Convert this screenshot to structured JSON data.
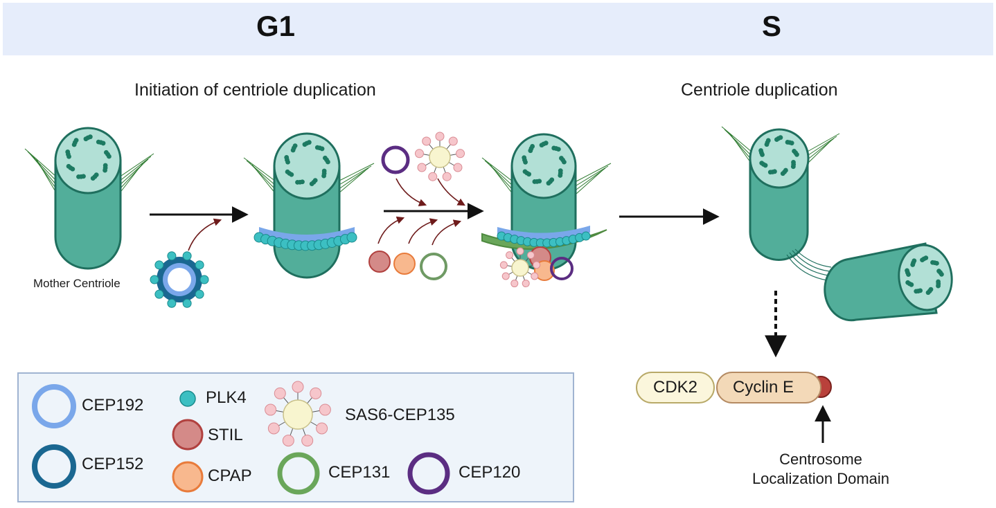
{
  "phases": {
    "g1": "G1",
    "s": "S"
  },
  "subtitles": {
    "g1": "Initiation of centriole duplication",
    "s": "Centriole duplication"
  },
  "labels": {
    "mother_centriole": "Mother Centriole",
    "cdk2": "CDK2",
    "cyclin_e": "Cyclin E",
    "cld_line1": "Centrosome",
    "cld_line2": "Localization Domain"
  },
  "legend": {
    "cep192": "CEP192",
    "plk4": "PLK4",
    "stil": "STIL",
    "sas6_cep135": "SAS6-CEP135",
    "cep152": "CEP152",
    "cpap": "CPAP",
    "cep131": "CEP131",
    "cep120": "CEP120"
  },
  "colors": {
    "centriole_body": "#52ae9a",
    "centriole_dark": "#1f6f5e",
    "centriole_top": "#b2e0d6",
    "microtubule_dot": "#1d7a62",
    "appendage": "#2d7a2f",
    "cep192": "#7aa7ea",
    "cep152": "#1a6791",
    "plk4": "#3cbfc2",
    "stil": "#d48a88",
    "cpap": "#f8b88e",
    "cep131": "#6aa65a",
    "cep120": "#5b2d82",
    "sas6_core": "#f8f5cf",
    "sas6_petal": "#f6c6cb",
    "arrow_dark": "#111111",
    "arrow_red": "#6e1b1b",
    "cdk2_fill": "#fbf6dc",
    "cyclin_fill": "#f3d9b8",
    "cld_dot": "#b9413b",
    "g1_band": "#e6edfb"
  }
}
